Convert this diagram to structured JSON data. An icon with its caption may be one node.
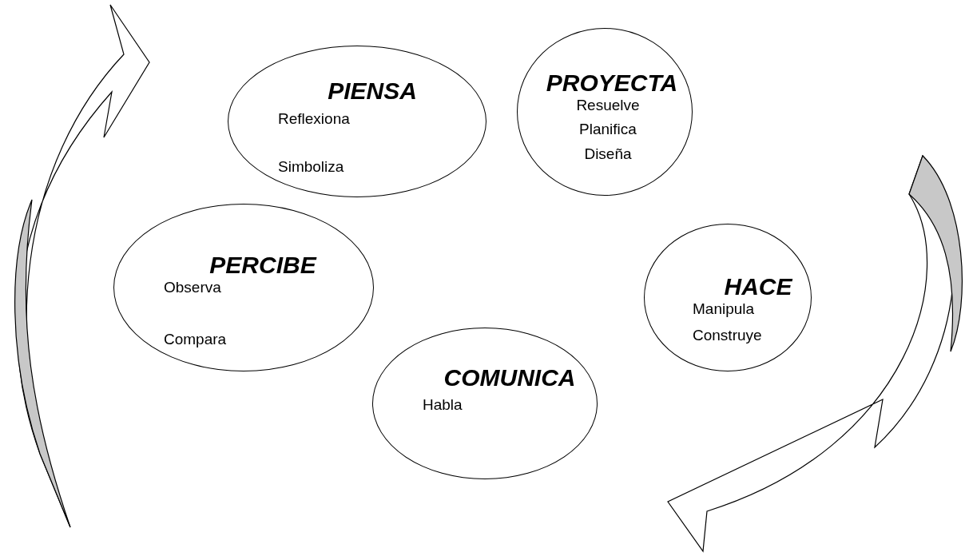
{
  "diagram": {
    "nodes": [
      {
        "text": [
          "PIENSA",
          "Reflexiona",
          "Simboliza"
        ]
      },
      {
        "text": [
          "PROYECTA",
          "Resuelve",
          "Planifica",
          "Diseña"
        ]
      },
      {
        "text": [
          "PERCIBE",
          "Observa",
          "Compara"
        ]
      },
      {
        "text": [
          "HACE",
          "Manipula",
          "Construye"
        ]
      },
      {
        "text": [
          "COMUNICA",
          "Habla"
        ]
      }
    ]
  }
}
